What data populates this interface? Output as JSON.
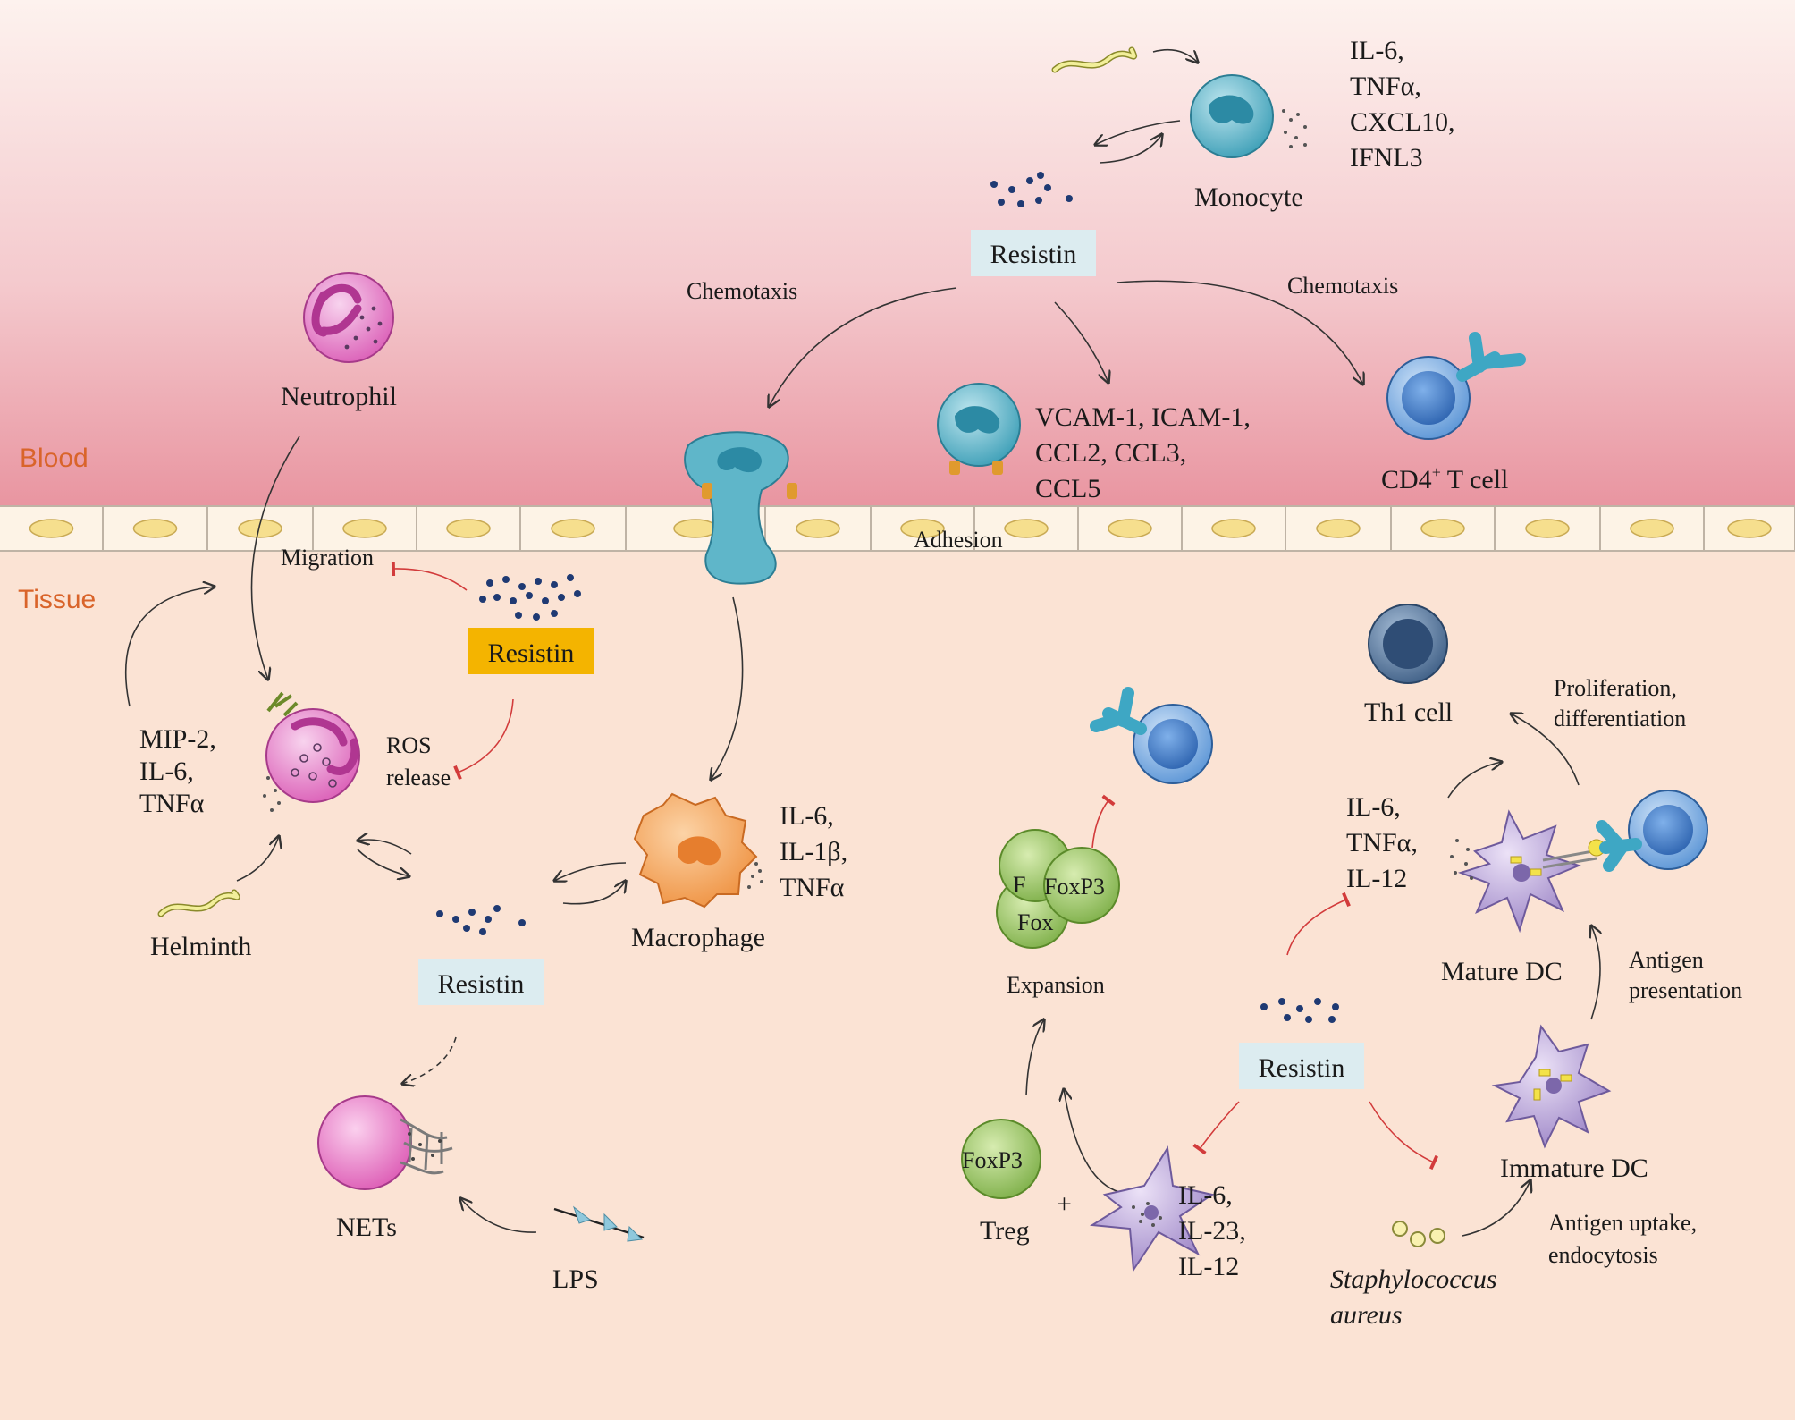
{
  "regions": {
    "blood": "Blood",
    "tissue": "Tissue"
  },
  "labels": {
    "monocyte": "Monocyte",
    "mono_cytokines": [
      "IL-6,",
      "TNFα,",
      "CXCL10,",
      "IFNL3"
    ],
    "chemotaxis_left": "Chemotaxis",
    "chemotaxis_right": "Chemotaxis",
    "neutrophil": "Neutrophil",
    "adhesion_molecules": [
      "VCAM-1, ICAM-1,",
      "CCL2, CCL3,",
      "CCL5"
    ],
    "cd4_prefix": "CD4",
    "cd4_sup": "+",
    "cd4_suffix": " T cell",
    "adhesion": "Adhesion",
    "migration": "Migration",
    "neut_cytokines": [
      "MIP-2,",
      "IL-6,",
      "TNFα"
    ],
    "ros": [
      "ROS",
      "release"
    ],
    "helminth": "Helminth",
    "mac_cytokines": [
      "IL-6,",
      "IL-1β,",
      "TNFα"
    ],
    "macrophage": "Macrophage",
    "nets": "NETs",
    "lps": "LPS",
    "th1": "Th1 cell",
    "prolif": [
      "Proliferation,",
      "differentiation"
    ],
    "dc_cytokines": [
      "IL-6,",
      "TNFα,",
      "IL-12"
    ],
    "mature_dc": "Mature DC",
    "antigen_pres": [
      "Antigen",
      "presentation"
    ],
    "expansion": "Expansion",
    "foxp3": "FoxP3",
    "foxp3_partial_a": "F",
    "foxp3_partial_b": "Fox",
    "treg": "Treg",
    "plus": "+",
    "treg_cytokines": [
      "IL-6,",
      "IL-23,",
      "IL-12"
    ],
    "immature_dc": "Immature DC",
    "antigen_uptake": [
      "Antigen uptake,",
      "endocytosis"
    ],
    "staph": [
      "Staphylococcus",
      "aureus"
    ]
  },
  "resistin_boxes": [
    {
      "id": "resistin-top",
      "text": "Resistin",
      "style": "light"
    },
    {
      "id": "resistin-highlight",
      "text": "Resistin",
      "style": "highlight"
    },
    {
      "id": "resistin-mid",
      "text": "Resistin",
      "style": "light"
    },
    {
      "id": "resistin-dc",
      "text": "Resistin",
      "style": "light"
    }
  ],
  "colors": {
    "blood_top": "#fdf0ec",
    "blood_bottom": "#e9909c",
    "tissue": "#fbe3d4",
    "resistin_light": "#dcecf0",
    "resistin_highlight": "#f4b400",
    "inhibit": "#d23b3b",
    "region_text": "#d9642a"
  }
}
